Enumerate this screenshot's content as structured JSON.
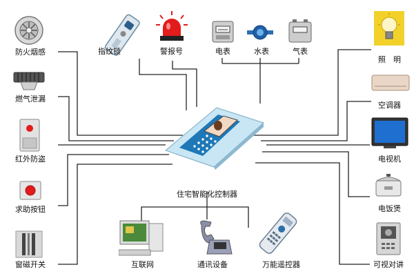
{
  "diagram": {
    "center_label": "住宅智能化控制器",
    "devices": {
      "smoke_detector": "防火烟感",
      "gas_leak": "燃气泄漏",
      "infrared": "红外防盗",
      "help_button": "求助按钮",
      "window_sensor": "窗磁开关",
      "fingerprint_lock": "指纹锁",
      "alarm": "警报号",
      "electric_meter": "电表",
      "water_meter": "水表",
      "gas_meter": "气表",
      "lighting": "照　明",
      "air_conditioner": "空调器",
      "tv": "电视机",
      "rice_cooker": "电饭煲",
      "video_intercom": "可视对讲",
      "internet": "互联网",
      "telephone": "通讯设备",
      "remote_control": "万能遥控器"
    }
  },
  "colors": {
    "wire": "#222222",
    "controller_body": "#c8e6f3",
    "controller_panel": "#1e78b8",
    "alarm_red": "#e21b1b",
    "bulb_yellow": "#f2d22a"
  }
}
